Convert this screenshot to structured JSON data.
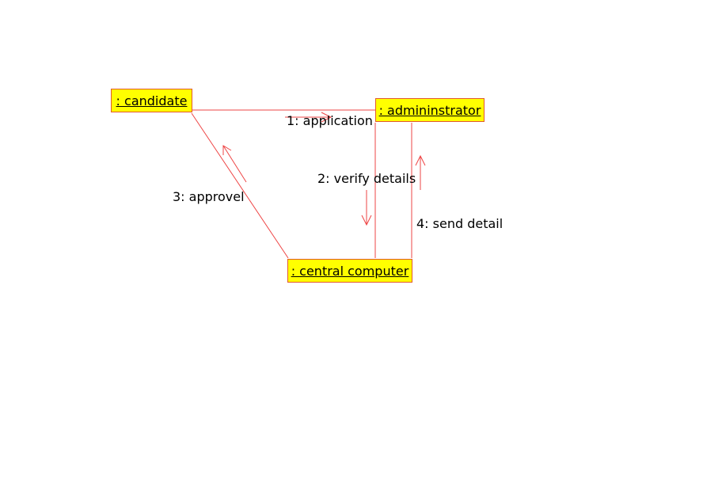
{
  "objects": {
    "candidate": ": candidate",
    "administrator": ": admininstrator",
    "central_computer": ": central computer"
  },
  "messages": {
    "m1": "1: application",
    "m2": "2: verify details",
    "m3": "3: approvel",
    "m4": "4: send detail"
  },
  "colors": {
    "link": "#ee4444",
    "node_fill": "#ffff00",
    "node_border": "#e05a2b"
  }
}
